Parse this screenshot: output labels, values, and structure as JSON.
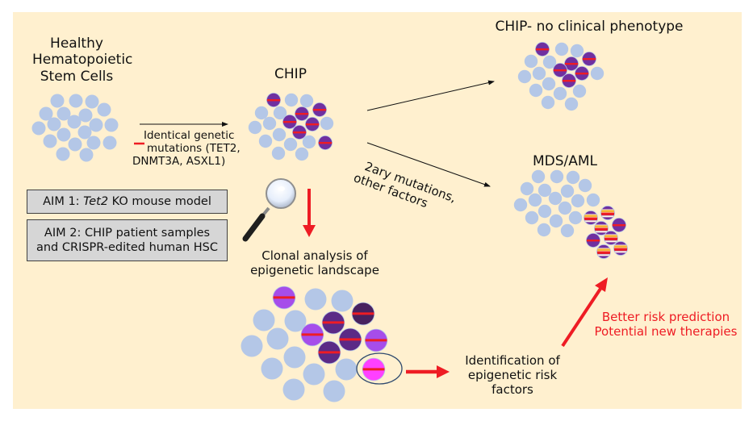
{
  "labels": {
    "healthy": [
      "Healthy",
      "Hematopoietic",
      "Stem Cells"
    ],
    "chip": "CHIP",
    "chip_no_phenotype": "CHIP- no clinical phenotype",
    "mds_aml": "MDS/AML",
    "mutation_legend": [
      "Identical genetic",
      "mutations (TET2,",
      "DNMT3A, ASXL1)"
    ],
    "secondary": [
      "2ary mutations,",
      "other factors"
    ],
    "clonal_analysis": [
      "Clonal analysis of",
      "epigenetic landscape"
    ],
    "identification": [
      "Identification of",
      "epigenetic risk",
      "factors"
    ],
    "outcomes": [
      "Better risk prediction",
      "Potential new therapies"
    ]
  },
  "aims": [
    {
      "prefix": "AIM 1: ",
      "italic": "Tet2",
      "suffix": " KO mouse model"
    },
    {
      "lines": [
        "AIM 2: CHIP patient samples",
        "and CRISPR-edited human HSC"
      ]
    }
  ],
  "icons": {
    "magnifier": "magnifying-glass-icon",
    "mutation_mark": "red-dash-icon"
  },
  "colors": {
    "background": "#fff0cf",
    "healthy_cell": "#b4c7e7",
    "mutant_cell": "#7030a0",
    "mutation_mark": "#ee1c24",
    "secondary_mark": "#f5b335",
    "light_purple": "#a64dea",
    "dark_purple": "#5b2a86",
    "darkest_purple": "#48215f",
    "magenta": "#ff40ff",
    "red_arrow": "#ee1c24",
    "outcome_text": "#ee1c24"
  }
}
